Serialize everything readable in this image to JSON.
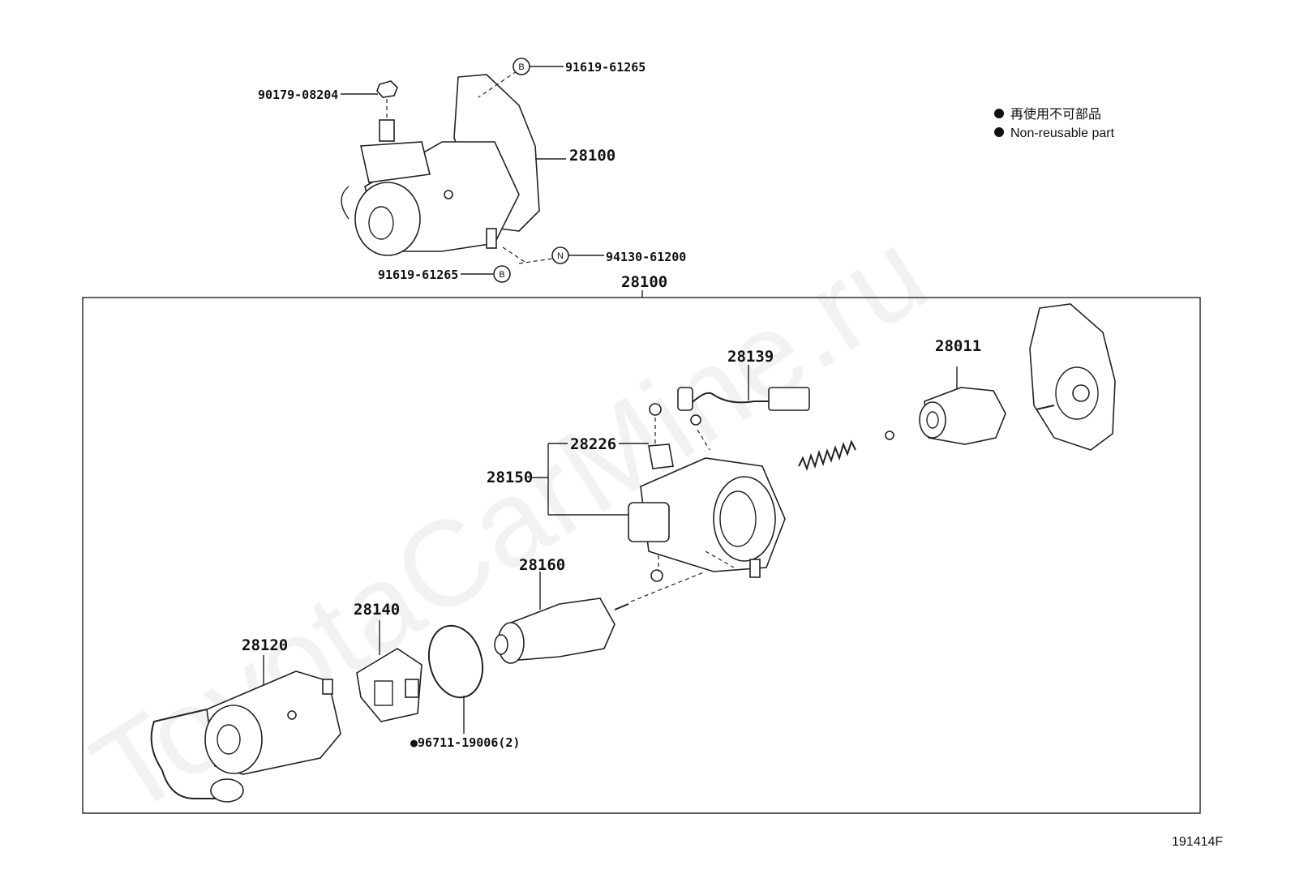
{
  "watermark": "ToyotaCarMine.ru",
  "figure_code": "191414F",
  "legend": {
    "line_jp": "再使用不可部品",
    "line_en": "Non-reusable part"
  },
  "symbols": {
    "bolt": "B",
    "nut": "N"
  },
  "top_assembly": {
    "label_assembly": "28100",
    "label_nut_top": "90179-08204",
    "label_bolt_top": "91619-61265",
    "label_bolt_bottom": "91619-61265",
    "label_nut_bottom": "94130-61200"
  },
  "exploded": {
    "box_label": "28100",
    "parts": {
      "p28139": "28139",
      "p28011": "28011",
      "p28226": "28226",
      "p28150": "28150",
      "p28160": "28160",
      "p28140": "28140",
      "p28120": "28120",
      "p96711": "●96711-19006(2)"
    }
  }
}
